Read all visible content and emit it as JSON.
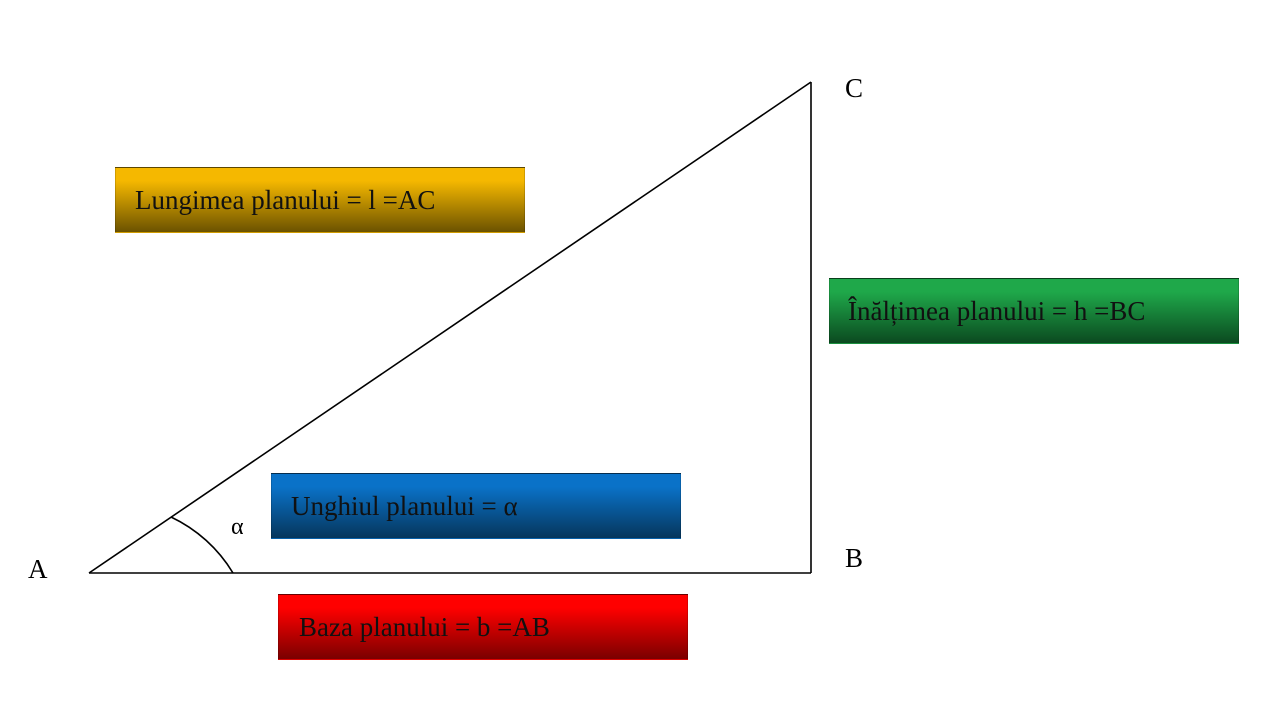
{
  "vertices": {
    "a": "A",
    "b": "B",
    "c": "C"
  },
  "angle_symbol": "α",
  "labels": {
    "length": {
      "text": "Lungimea planului = l =AC",
      "color_top": "#f5b800",
      "color_bottom": "#6b5200"
    },
    "height": {
      "text": "Înălțimea planului = h =BC",
      "color_top": "#1fa84a",
      "color_bottom": "#0b4a20"
    },
    "angle": {
      "text": "Unghiul planului = α",
      "color_top": "#0a72c8",
      "color_bottom": "#06365c"
    },
    "base": {
      "text": "Baza planului = b =AB",
      "color_top": "#ff0000",
      "color_bottom": "#7a0000"
    }
  },
  "colors": {
    "line": "#000000",
    "background": "#ffffff"
  }
}
